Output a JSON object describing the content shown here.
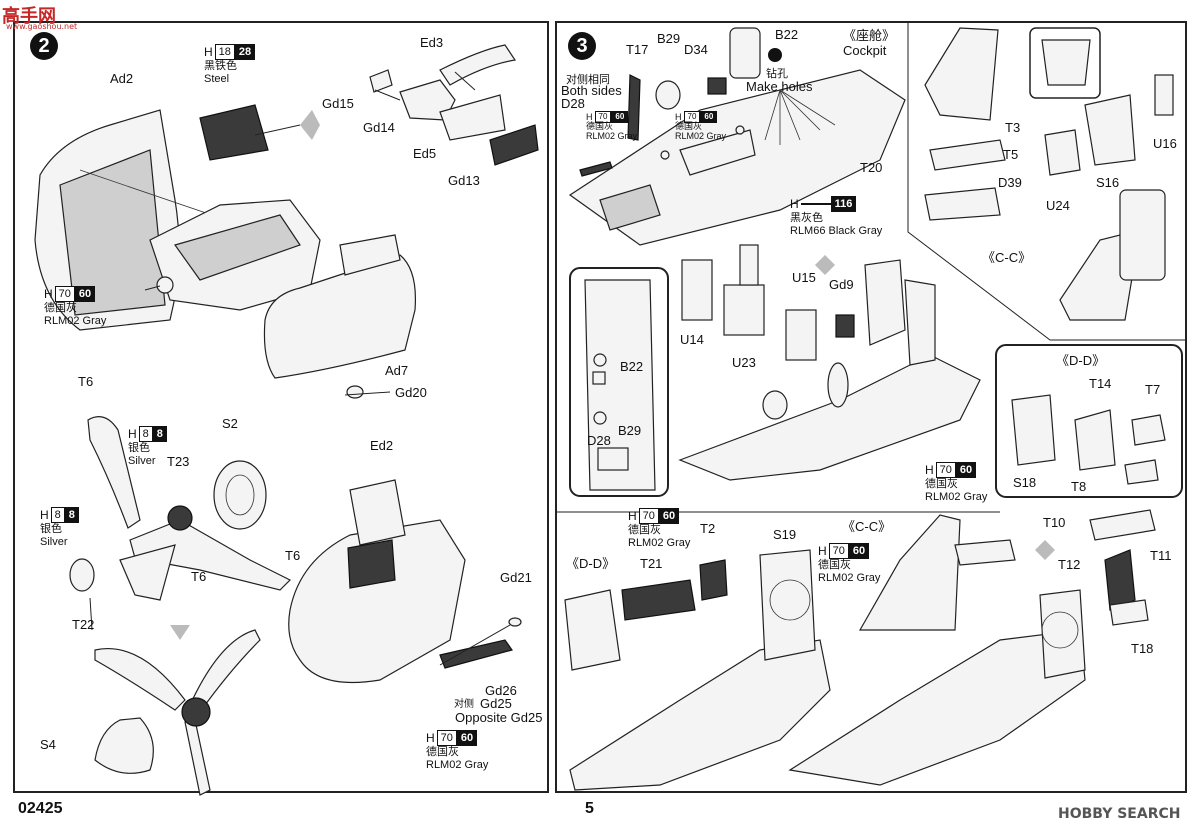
{
  "watermark": {
    "top_left": "高手网",
    "top_left_sub": "www.gaoshou.net",
    "bottom_right": "HOBBY SEARCH"
  },
  "footer": {
    "code": "02425",
    "page": "5"
  },
  "step2": {
    "number": "2",
    "paint_steel": {
      "h": "H",
      "c1": "18",
      "c2": "28",
      "cn": "黑铁色",
      "en": "Steel"
    },
    "paint_gray_left": {
      "h": "H",
      "c1": "70",
      "c2": "60",
      "cn": "德国灰",
      "en": "RLM02 Gray"
    },
    "paint_silver_a": {
      "h": "H",
      "c1": "8",
      "c2": "8",
      "cn": "银色",
      "en": "Silver"
    },
    "paint_silver_b": {
      "h": "H",
      "c1": "8",
      "c2": "8",
      "cn": "银色",
      "en": "Silver"
    },
    "paint_gray_bottom": {
      "h": "H",
      "c1": "70",
      "c2": "60",
      "cn": "德国灰",
      "en": "RLM02 Gray"
    },
    "labels": {
      "ad2": "Ad2",
      "ed3": "Ed3",
      "gd15": "Gd15",
      "gd14": "Gd14",
      "ed5": "Ed5",
      "gd13": "Gd13",
      "ad7": "Ad7",
      "gd20": "Gd20",
      "t6a": "T6",
      "s2": "S2",
      "t23": "T23",
      "t6b": "T6",
      "t6c": "T6",
      "t22": "T22",
      "ed2": "Ed2",
      "gd21": "Gd21",
      "gd26": "Gd26",
      "gd25": "Gd25",
      "opposite_gd25": "Opposite Gd25",
      "duice": "对侧",
      "s4": "S4"
    }
  },
  "step3": {
    "number": "3",
    "cockpit_cn": "《座舱》",
    "cockpit_en": "Cockpit",
    "both_sides_cn": "对侧相同",
    "both_sides_en": "Both sides",
    "drill_cn": "钻孔",
    "drill_en": "Make holes",
    "paint_d28": {
      "h": "H",
      "c1": "70",
      "c2": "60",
      "cn": "德国灰",
      "en": "RLM02 Gray"
    },
    "paint_d34": {
      "h": "H",
      "c1": "70",
      "c2": "60",
      "cn": "德国灰",
      "en": "RLM02 Gray"
    },
    "paint_black": {
      "h": "H",
      "c1": "",
      "c2": "116",
      "cn": "黑灰色",
      "en": "RLM66 Black Gray"
    },
    "paint_t21": {
      "h": "H",
      "c1": "70",
      "c2": "60",
      "cn": "德国灰",
      "en": "RLM02 Gray"
    },
    "paint_cc": {
      "h": "H",
      "c1": "70",
      "c2": "60",
      "cn": "德国灰",
      "en": "RLM02 Gray"
    },
    "paint_seat": {
      "h": "H",
      "c1": "70",
      "c2": "60",
      "cn": "德国灰",
      "en": "RLM02 Gray"
    },
    "labels": {
      "t17": "T17",
      "b29": "B29",
      "d34": "D34",
      "b22": "B22",
      "d28": "D28",
      "t20": "T20",
      "b22_inset": "B22",
      "b29_inset": "B29",
      "d28_inset": "D28",
      "u14": "U14",
      "u23": "U23",
      "u15": "U15",
      "gd9": "Gd9",
      "t3": "T3",
      "t5": "T5",
      "d39": "D39",
      "u24": "U24",
      "s16": "S16",
      "u16": "U16",
      "cc_right": "《C-C》",
      "dd_box_title": "《D-D》",
      "t14": "T14",
      "t7": "T7",
      "s18": "S18",
      "t8": "T8",
      "t21": "T21",
      "t2": "T2",
      "s19": "S19",
      "dd_bottom": "《D-D》",
      "cc_bottom": "《C-C》",
      "t10": "T10",
      "t12": "T12",
      "t11": "T11",
      "t18": "T18"
    }
  }
}
